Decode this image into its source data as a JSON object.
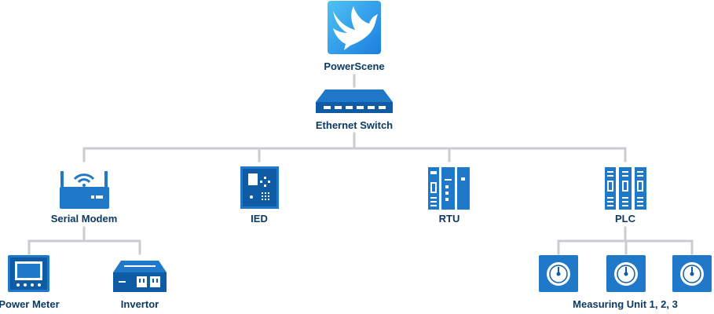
{
  "nodes": {
    "powerscene": {
      "label": "PowerScene"
    },
    "switch": {
      "label": "Ethernet Switch"
    },
    "modem": {
      "label": "Serial Modem"
    },
    "ied": {
      "label": "IED"
    },
    "rtu": {
      "label": "RTU"
    },
    "plc": {
      "label": "PLC"
    },
    "meter": {
      "label": "Power Meter"
    },
    "invertor": {
      "label": "Invertor"
    },
    "measuring": {
      "label": "Measuring Unit 1, 2, 3"
    }
  },
  "colors": {
    "line": "#c9ccd1",
    "icon_blue": "#1f78c8",
    "icon_dark": "#0f5ca5",
    "label": "#0d3a63",
    "app_light": "#4fc1f5",
    "app_dark": "#1a7fe0"
  }
}
